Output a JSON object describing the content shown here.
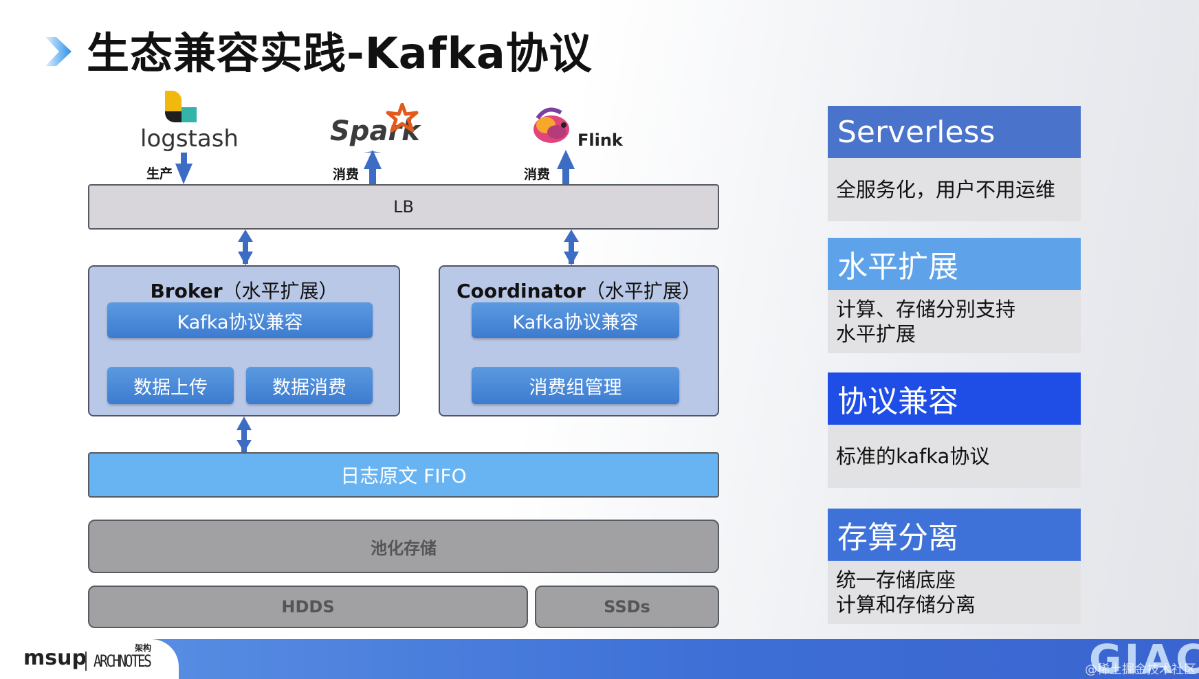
{
  "title": "生态兼容实践-Kafka协议",
  "sources": {
    "logstash": {
      "name": "logstash",
      "action": "生产"
    },
    "spark": {
      "name": "Spark",
      "action": "消费"
    },
    "flink": {
      "name": "Flink",
      "action": "消费"
    }
  },
  "lb": "LB",
  "broker": {
    "name": "Broker",
    "suffix": "（水平扩展）",
    "compat": "Kafka协议兼容",
    "upload": "数据上传",
    "consume": "数据消费"
  },
  "coordinator": {
    "name": "Coordinator",
    "suffix": "（水平扩展）",
    "compat": "Kafka协议兼容",
    "group": "消费组管理"
  },
  "fifo": "日志原文 FIFO",
  "pool": "池化存储",
  "hdds": "HDDS",
  "ssds": "SSDs",
  "cards": [
    {
      "title": "Serverless",
      "body": [
        "全服务化，用户不用运维"
      ],
      "color": "#4a73cc"
    },
    {
      "title": "水平扩展",
      "body": [
        "计算、存储分别支持",
        "水平扩展"
      ],
      "color": "#5ea2ea"
    },
    {
      "title": "协议兼容",
      "body": [
        "标准的kafka协议"
      ],
      "color": "#1f4ee6"
    },
    {
      "title": "存算分离",
      "body": [
        "统一存储底座",
        "计算和存储分离"
      ],
      "color": "#3f72d9"
    }
  ],
  "footer": {
    "brand": "msup",
    "partner": "ARCHNOTES",
    "partner_top": "架构",
    "event": "GIAC",
    "watermark": "@稀土掘金技术社区"
  },
  "colors": {
    "arrow": "#3d6cc4",
    "panel": "#bac8e8",
    "pill": "#4a8ad8",
    "fifo": "#68b4f3",
    "storage": "#a1a1a3"
  }
}
